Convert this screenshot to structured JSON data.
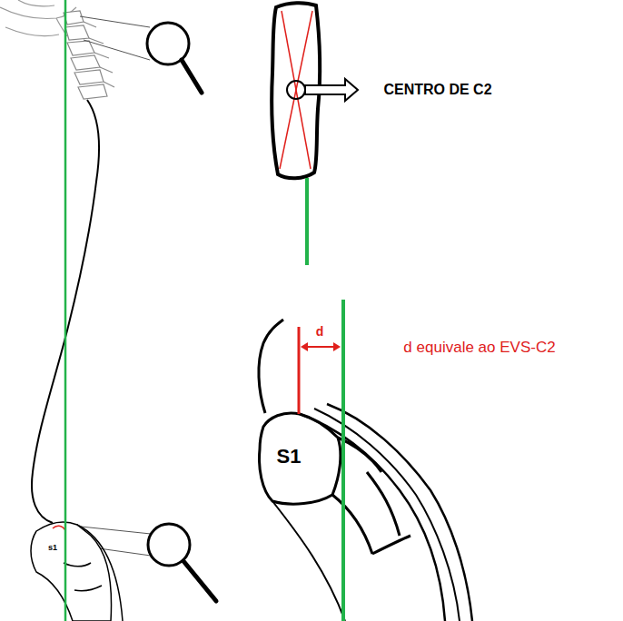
{
  "diagram": {
    "labels": [
      "CENTRO DE C2",
      "S1",
      "s1",
      "d",
      "d equivale ao EVS-C2"
    ]
  }
}
